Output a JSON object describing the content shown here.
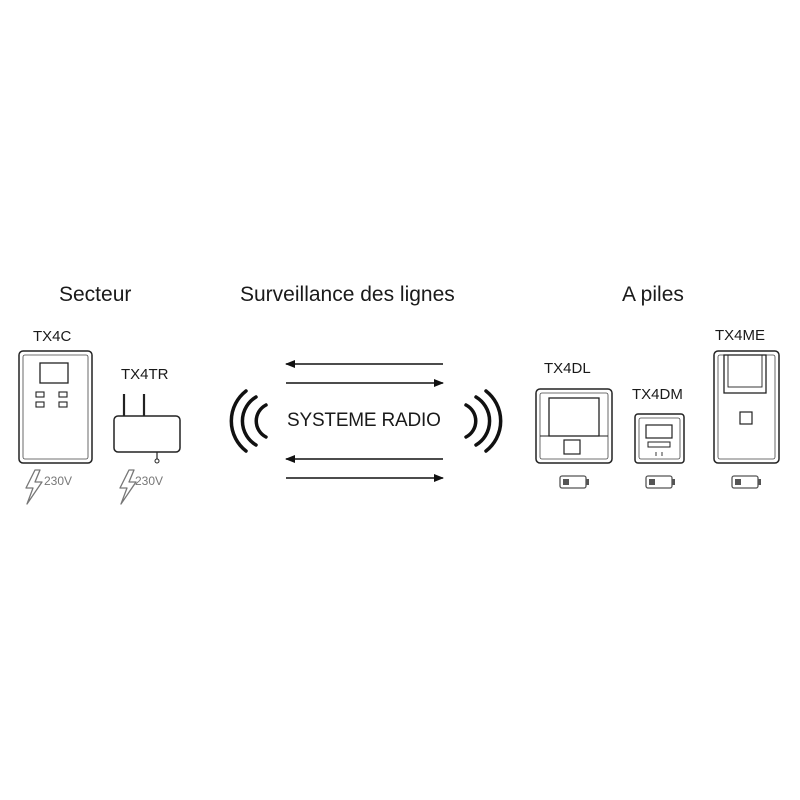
{
  "headings": {
    "mains": "Secteur",
    "line_monitoring": "Surveillance des lignes",
    "battery": "A piles"
  },
  "devices": {
    "tx4c": "TX4C",
    "tx4tr": "TX4TR",
    "tx4dl": "TX4DL",
    "tx4dm": "TX4DM",
    "tx4me": "TX4ME"
  },
  "power": {
    "tx4c_voltage": "230V",
    "tx4tr_voltage": "230V"
  },
  "center": {
    "label": "SYSTEME RADIO"
  },
  "icons": {
    "mains_power": "lightning-bolt-icon",
    "battery_power": "battery-icon",
    "radio": "radio-waves-icon",
    "link": "arrow-icon"
  }
}
